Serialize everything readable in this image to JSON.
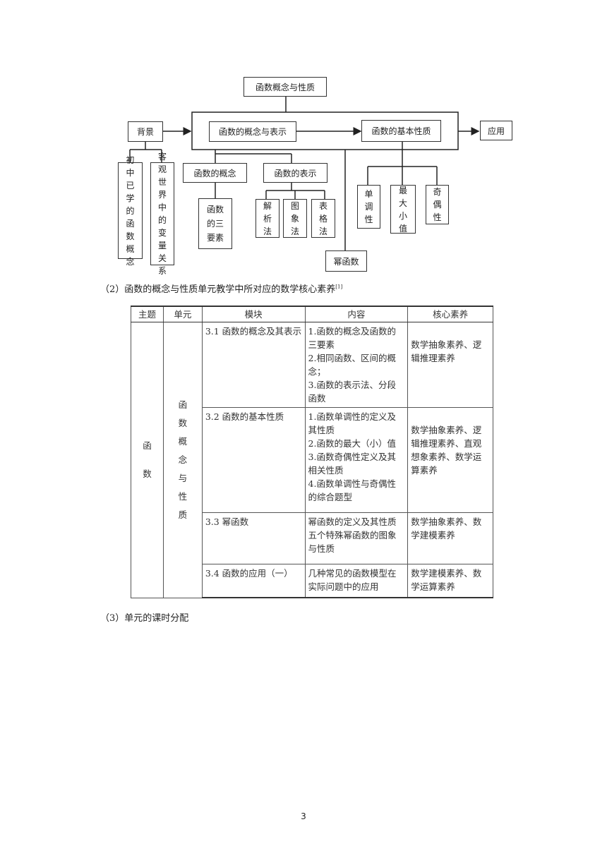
{
  "diagram": {
    "root": "函数概念与性质",
    "background": "背景",
    "concept_repr": "函数的概念与表示",
    "basic_props": "函数的基本性质",
    "application": "应用",
    "bg_item1": "初中已学的函数概念",
    "bg_item2": "客观世界中的变量关系",
    "concept": "函数的概念",
    "representation": "函数的表示",
    "three_elements": "函数的三要素",
    "analytic": "解析法",
    "graph": "图象法",
    "tabular": "表格法",
    "power_func": "幂函数",
    "monotonic": "单调性",
    "maxmin": "最大小值",
    "parity": "奇偶性"
  },
  "caption2": "（2）函数的概念与性质单元教学中所对应的数学核心素养",
  "caption2_ref": "[1]",
  "table": {
    "headers": [
      "主题",
      "单元",
      "模块",
      "内容",
      "核心素养"
    ],
    "topic": "函数",
    "unit": "函数概念与性质",
    "rows": [
      {
        "module": "3.1 函数的概念及其表示",
        "content": "1.函数的概念及函数的三要素\n2.相同函数、区间的概念；\n3.函数的表示法、分段函数",
        "literacy": "数学抽象素养、逻辑推理素养"
      },
      {
        "module": "3.2 函数的基本性质",
        "content": "1.函数单调性的定义及其性质\n2.函数的最大（小）值\n3.函数奇偶性定义及其相关性质\n4.函数单调性与奇偶性的综合题型",
        "literacy": "数学抽象素养、逻辑推理素养、直观想象素养、数学运算素养"
      },
      {
        "module": "3.3 幂函数",
        "content": "幂函数的定义及其性质\n五个特殊幂函数的图象与性质",
        "literacy": "数学抽象素养、数学建模素养"
      },
      {
        "module": "3.4 函数的应用（一）",
        "content": "几种常见的函数模型在实际问题中的应用",
        "literacy": "数学建模素养、数学运算素养"
      }
    ]
  },
  "caption3": "（3）单元的课时分配",
  "page_number": "3"
}
